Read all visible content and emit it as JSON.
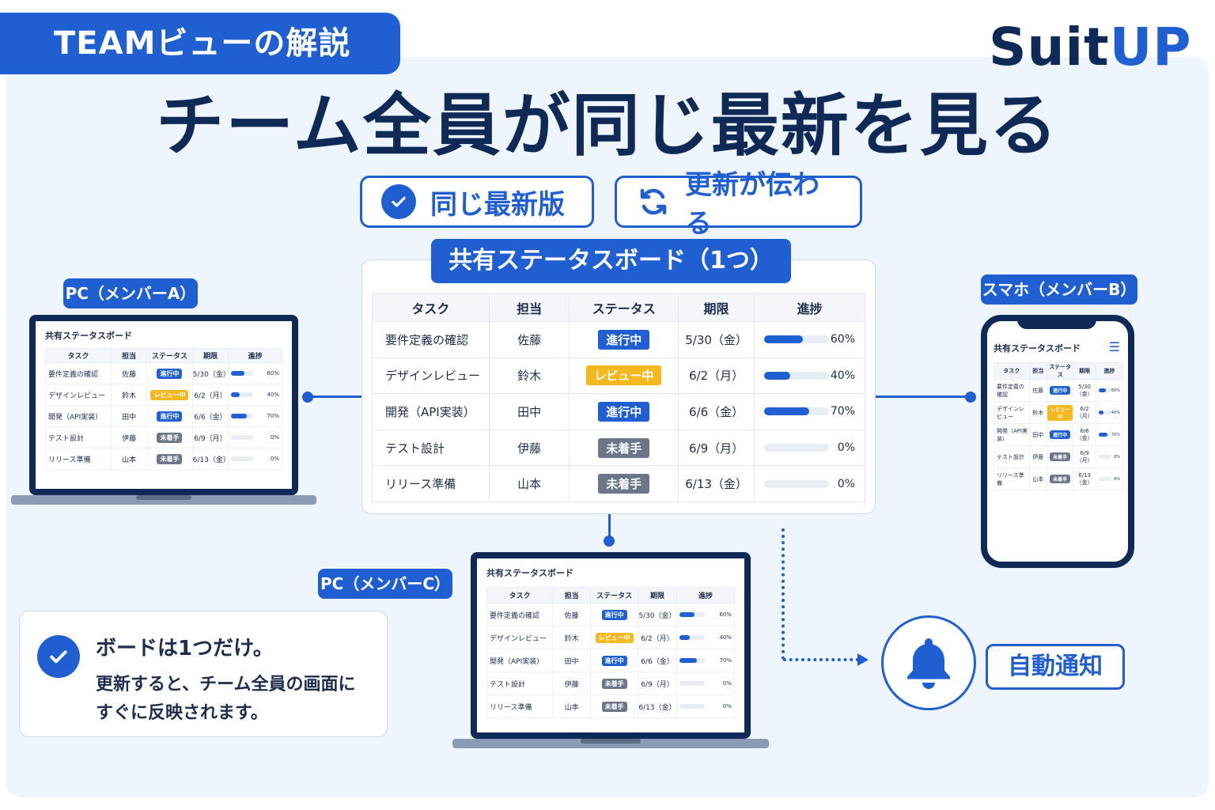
{
  "header": {
    "tab_title": "TEAMビューの解説",
    "brand_part1": "Suit",
    "brand_part2": "UP"
  },
  "headline": "チーム全員が同じ最新を見る",
  "pills": [
    {
      "label": "同じ最新版",
      "icon": "check-circle-icon"
    },
    {
      "label": "更新が伝わる",
      "icon": "refresh-icon"
    }
  ],
  "shared_board": {
    "title": "共有ステータスボード（1つ）",
    "headers": [
      "タスク",
      "担当",
      "ステータス",
      "期限",
      "進捗"
    ],
    "rows": [
      {
        "task": "要件定義の確認",
        "owner": "佐藤",
        "status": "進行中",
        "status_color": "#1f5fd1",
        "due": "5/30（金）",
        "progress": 60,
        "progress_label": "60%"
      },
      {
        "task": "デザインレビュー",
        "owner": "鈴木",
        "status": "レビュー中",
        "status_color": "#f5b920",
        "due": "6/2（月）",
        "progress": 40,
        "progress_label": "40%"
      },
      {
        "task": "開発（API実装）",
        "owner": "田中",
        "status": "進行中",
        "status_color": "#1f5fd1",
        "due": "6/6（金）",
        "progress": 70,
        "progress_label": "70%"
      },
      {
        "task": "テスト設計",
        "owner": "伊藤",
        "status": "未着手",
        "status_color": "#6b7689",
        "due": "6/9（月）",
        "progress": 0,
        "progress_label": "0%"
      },
      {
        "task": "リリース準備",
        "owner": "山本",
        "status": "未着手",
        "status_color": "#6b7689",
        "due": "6/13（金）",
        "progress": 0,
        "progress_label": "0%"
      }
    ]
  },
  "devices": {
    "pc_a": {
      "label": "PC（メンバーA）",
      "board_title": "共有ステータスボード"
    },
    "pc_c": {
      "label": "PC（メンバーC）",
      "board_title": "共有ステータスボード"
    },
    "phone_b": {
      "label": "スマホ（メンバーB）",
      "board_title": "共有ステータスボード",
      "phone_tasks": [
        "要件定義の確認",
        "デザインレビュー",
        "開発（API実装）",
        "テスト設計",
        "リリース準備"
      ]
    }
  },
  "notification": {
    "label": "自動通知",
    "icon": "bell-icon"
  },
  "note": {
    "line1": "ボードは1つだけ。",
    "line2": "更新すると、チーム全員の画面に",
    "line3": "すぐに反映されます。"
  },
  "colors": {
    "accent": "#1f5fd1",
    "navy": "#0f2a57",
    "review": "#f5b920",
    "not_started": "#6b7689"
  }
}
